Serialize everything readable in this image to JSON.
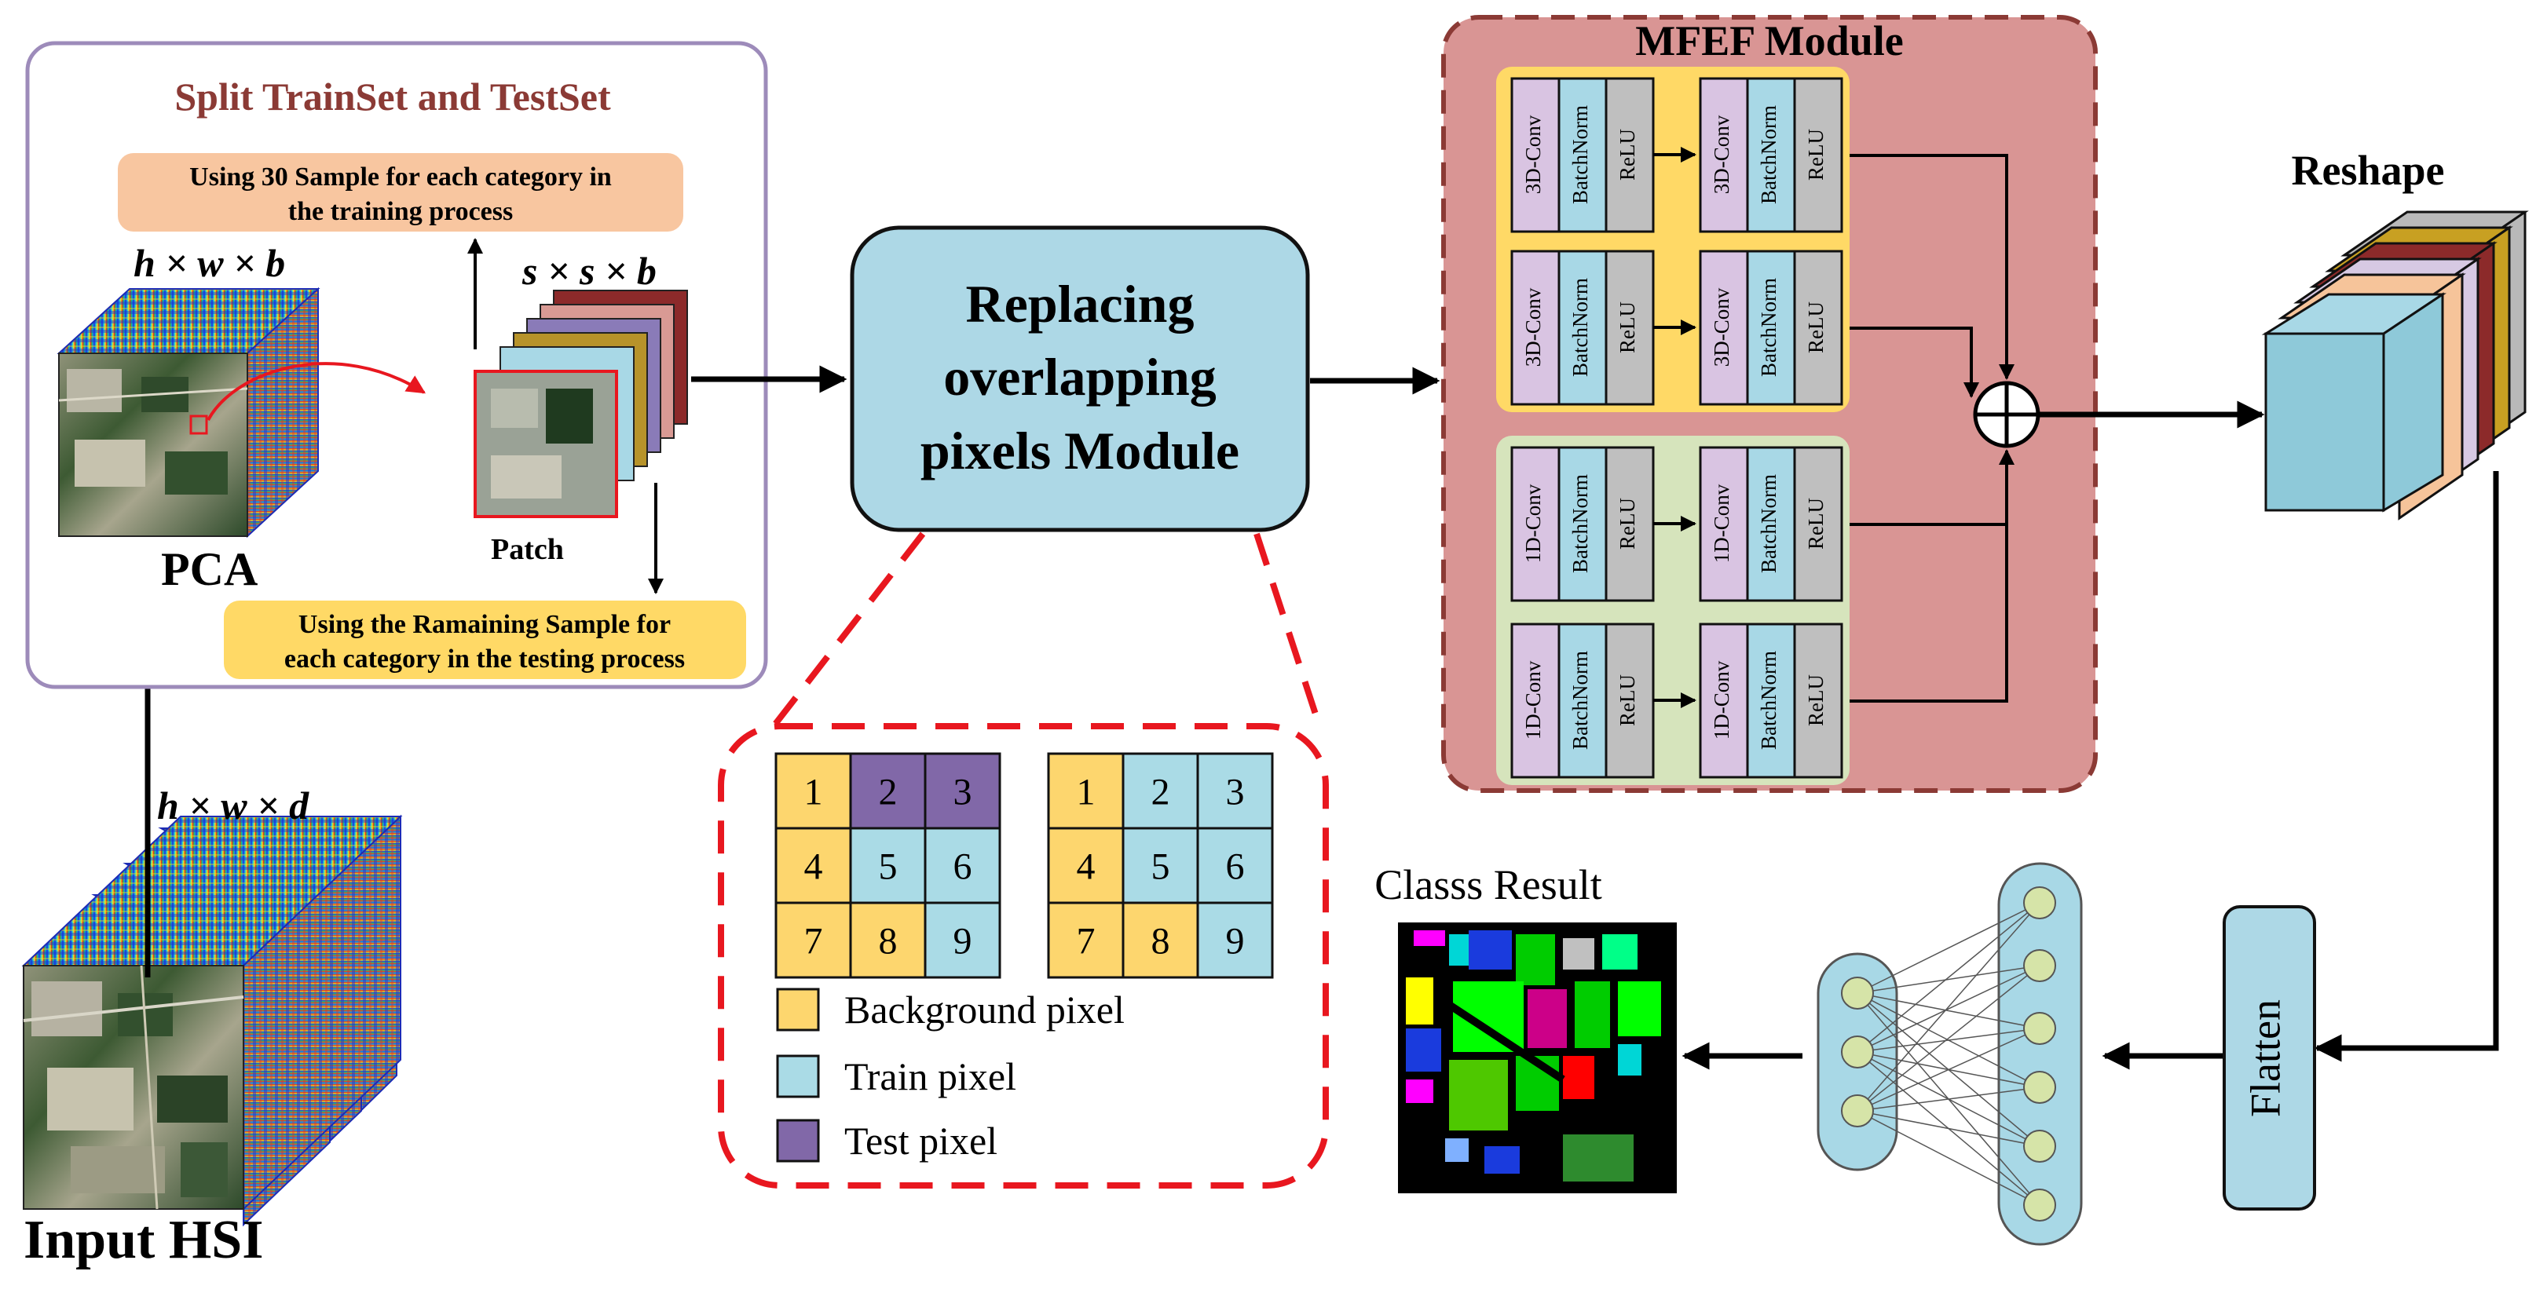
{
  "split_panel": {
    "title": "Split TrainSet and TestSet",
    "train_note_line1": "Using 30 Sample for each category in",
    "train_note_line2": "the training process",
    "test_note_line1": "Using the Ramaining Sample for",
    "test_note_line2": "each category in the testing process",
    "pca_dims": "h × w × b",
    "patch_dims": "s × s × b",
    "pca_label": "PCA",
    "patch_label": "Patch"
  },
  "input": {
    "dims": "h × w × d",
    "label": "Input HSI"
  },
  "replacing_module": {
    "line1": "Replacing",
    "line2": "overlapping",
    "line3": "pixels Module"
  },
  "pixel_grids": {
    "left": {
      "numbers": [
        "1",
        "2",
        "3",
        "4",
        "5",
        "6",
        "7",
        "8",
        "9"
      ],
      "types": [
        "background",
        "test",
        "test",
        "background",
        "train",
        "train",
        "background",
        "background",
        "train"
      ]
    },
    "right": {
      "numbers": [
        "1",
        "2",
        "3",
        "4",
        "5",
        "6",
        "7",
        "8",
        "9"
      ],
      "types": [
        "background",
        "train",
        "train",
        "background",
        "train",
        "train",
        "background",
        "background",
        "train"
      ]
    },
    "legend": [
      {
        "type": "background",
        "label": "Background pixel"
      },
      {
        "type": "train",
        "label": "Train pixel"
      },
      {
        "type": "test",
        "label": "Test pixel"
      }
    ]
  },
  "mfef": {
    "title": "MFEF Module",
    "groups": [
      {
        "blocks": [
          [
            "3D-Conv",
            "BatchNorm",
            "ReLU"
          ],
          [
            "3D-Conv",
            "BatchNorm",
            "ReLU"
          ]
        ]
      },
      {
        "blocks": [
          [
            "3D-Conv",
            "BatchNorm",
            "ReLU"
          ],
          [
            "3D-Conv",
            "BatchNorm",
            "ReLU"
          ]
        ]
      },
      {
        "blocks": [
          [
            "1D-Conv",
            "BatchNorm",
            "ReLU"
          ],
          [
            "1D-Conv",
            "BatchNorm",
            "ReLU"
          ]
        ]
      },
      {
        "blocks": [
          [
            "1D-Conv",
            "BatchNorm",
            "ReLU"
          ],
          [
            "1D-Conv",
            "BatchNorm",
            "ReLU"
          ]
        ]
      }
    ]
  },
  "reshape_label": "Reshape",
  "flatten_label": "Flatten",
  "result_label": "Classs Result",
  "colors": {
    "background_pixel": "#fdd66e",
    "train_pixel": "#aadbe6",
    "test_pixel": "#8168a8",
    "module_fill": "#add8e6",
    "mfef_fill": "#d99594",
    "conv3d_fill": "#ffd966",
    "conv1d_fill": "#d6e4bc",
    "dashed_red": "#e8171f",
    "train_note": "#f8c6a0",
    "test_note": "#ffd966"
  }
}
